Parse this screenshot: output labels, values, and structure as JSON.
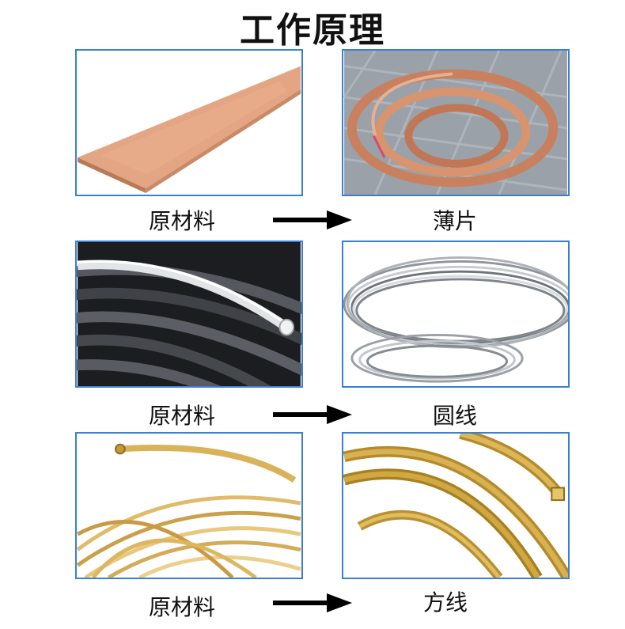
{
  "title": "工作原理",
  "rows": [
    {
      "left_label": "原材料",
      "right_label": "薄片"
    },
    {
      "left_label": "原材料",
      "right_label": "圆线"
    },
    {
      "left_label": "原材料",
      "right_label": "方线"
    }
  ],
  "colors": {
    "frame": "#3a7fd0",
    "copper": "#e0a07a",
    "silver": "#c8ccd0",
    "dark_wire": "#2a2c30",
    "brass": "#d4b050"
  }
}
